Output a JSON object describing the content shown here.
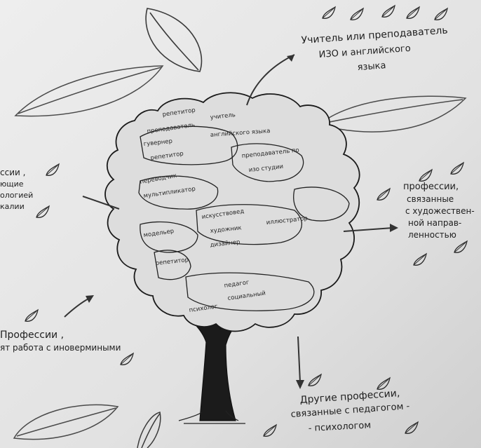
{
  "labels": {
    "top_right_1": "Учитель или преподаватель",
    "top_right_2": "ИЗО и английского",
    "top_right_3": "языка",
    "right_1": "профессии,",
    "right_2": "связанные",
    "right_3": "с художествен-",
    "right_4": "ной направ-",
    "right_5": "ленностью",
    "left_top_1": "ссии ,",
    "left_top_2": "ющие",
    "left_top_3": "ологией",
    "left_top_4": "калии",
    "left_bottom_1": "Профессии ,",
    "left_bottom_2": "ят работа с иновермиными",
    "bottom_1": "Другие профессии,",
    "bottom_2": "связанные с педагогом -",
    "bottom_3": "- психологом"
  },
  "canopy_text": [
    "репетитор",
    "преподаватель",
    "учитель",
    "английского языка",
    "гувернер",
    "преподаватель по",
    "изо студии",
    "переводчик",
    "мультипликатор",
    "иллюстратор",
    "художник",
    "дизайнер",
    "искусствовед",
    "педагог",
    "социальный",
    "психолог",
    "модельер"
  ],
  "colors": {
    "paper": "#e6e6e6",
    "ink": "#1e1e1e",
    "canopy_fill": "#dcdcdc"
  },
  "icons": [
    "leaf-icon"
  ]
}
